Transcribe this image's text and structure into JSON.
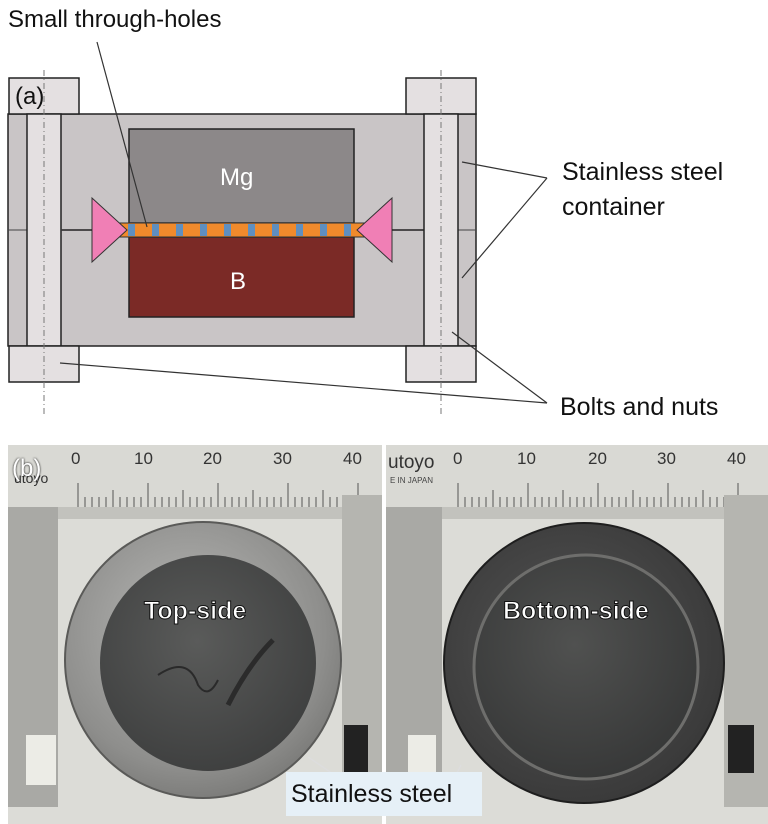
{
  "panel_a": {
    "label": "(a)",
    "callouts": {
      "through_holes": "Small through-holes",
      "mg": "Mg",
      "b": "B",
      "container_line1": "Stainless steel",
      "container_line2": "container",
      "bolts": "Bolts and  nuts"
    },
    "colors": {
      "container": "#c9c5c6",
      "mg": "#8c8889",
      "boron": "#7b2a26",
      "plate": "#f08a2c",
      "holes": "#5f8fc0",
      "wedge": "#f07fb5",
      "bolt": "#e4e0e1",
      "outline": "#222222"
    }
  },
  "panel_b": {
    "label": "(b)",
    "left_photo_label": "Top-side",
    "right_photo_label": "Bottom-side",
    "bottom_callout": "Stainless steel",
    "ruler_numbers": [
      "0",
      "10",
      "20",
      "30",
      "40"
    ],
    "brand_left": "utoyo",
    "brand_right": "utoyo",
    "brand_sub": "E IN JAPAN"
  }
}
